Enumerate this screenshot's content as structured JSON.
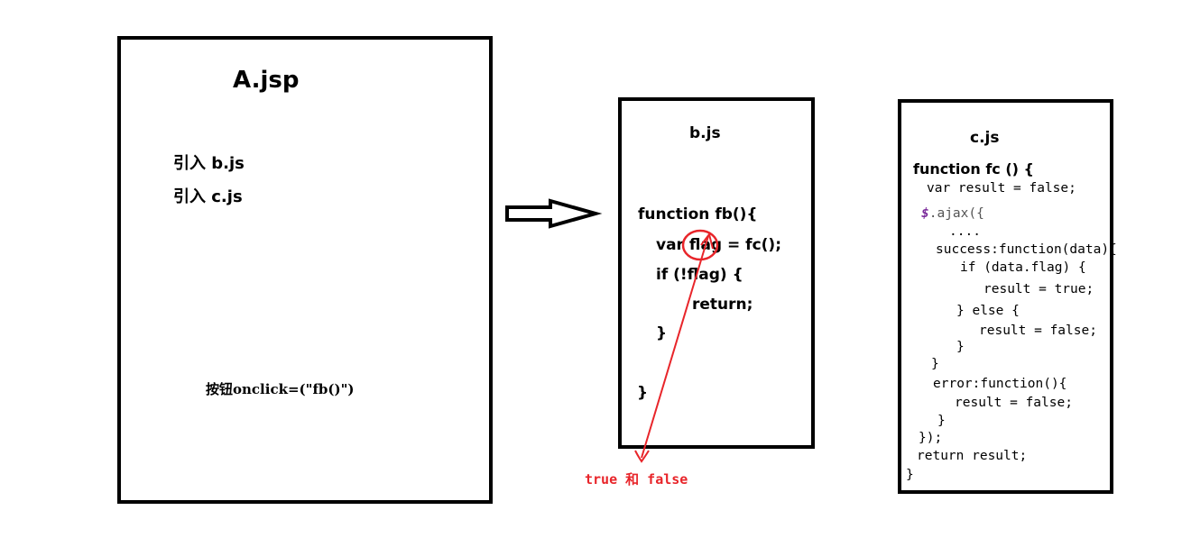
{
  "box_a": {
    "title": "A.jsp",
    "include_b": "引入 b.js",
    "include_c": "引入 c.js",
    "button": "按钮onclick=(\"fb()\")"
  },
  "box_b": {
    "title": "b.js",
    "lines": [
      "function fb(){",
      "var flag = fc();",
      "if (!flag) {",
      "return;",
      "}",
      "}"
    ]
  },
  "box_c": {
    "title": "c.js",
    "header": "function fc () {",
    "lines": [
      "var result = false;",
      "$.ajax({",
      "....",
      "success:function(data){",
      "if (data.flag) {",
      "result = true;",
      "} else {",
      "result = false;",
      "}",
      "}",
      "error:function(){",
      "result = false;",
      "}",
      "});",
      "return result;",
      "}"
    ]
  },
  "annotation": {
    "text": "true 和 false",
    "color": "#e8252a"
  },
  "colors": {
    "stroke": "#000000",
    "highlight": "#e8252a",
    "ajax_dollar": "#7a2a9a"
  }
}
